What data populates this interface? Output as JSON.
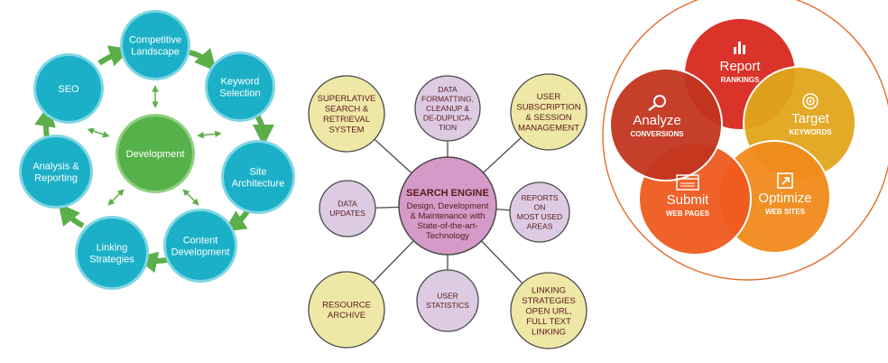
{
  "cycle": {
    "center": "Development",
    "nodes": [
      {
        "id": "competitive",
        "lines": [
          "Competitive",
          "Landscape"
        ]
      },
      {
        "id": "keyword",
        "lines": [
          "Keyword",
          "Selection"
        ]
      },
      {
        "id": "site",
        "lines": [
          "Site",
          "Architecture"
        ]
      },
      {
        "id": "content",
        "lines": [
          "Content",
          "Development"
        ]
      },
      {
        "id": "linking",
        "lines": [
          "Linking",
          "Strategies"
        ]
      },
      {
        "id": "analysis",
        "lines": [
          "Analysis &",
          "Reporting"
        ]
      },
      {
        "id": "seo",
        "lines": [
          "SEO"
        ]
      }
    ],
    "colors": {
      "node": "#1bb0c8",
      "node_ring": "#7fd6e3",
      "center": "#57b14a",
      "arrow": "#5cae48"
    }
  },
  "engine": {
    "center_title": "SEARCH ENGINE",
    "center_lines": [
      "Design, Development",
      "& Maintenance with",
      "State-of-the-art-",
      "Technology"
    ],
    "nodes": [
      {
        "id": "superlative",
        "lines": [
          "SUPERLATIVE",
          "SEARCH &",
          "RETRIEVAL",
          "SYSTEM"
        ]
      },
      {
        "id": "data-formatting",
        "lines": [
          "DATA",
          "FORMATTING,",
          "CLEANUP &",
          "DE-DUPLICA-",
          "TION"
        ]
      },
      {
        "id": "user-subscription",
        "lines": [
          "USER",
          "SUBSCRIPTION",
          "& SESSION",
          "MANAGEMENT"
        ]
      },
      {
        "id": "data-updates",
        "lines": [
          "DATA",
          "UPDATES"
        ]
      },
      {
        "id": "reports",
        "lines": [
          "REPORTS",
          "ON",
          "MOST USED",
          "AREAS"
        ]
      },
      {
        "id": "resource",
        "lines": [
          "RESOURCE",
          "ARCHIVE"
        ]
      },
      {
        "id": "user-statistics",
        "lines": [
          "USER",
          "STATISTICS"
        ]
      },
      {
        "id": "linking-strategies",
        "lines": [
          "LINKING",
          "STRATEGIES",
          "OPEN URL,",
          "FULL TEXT",
          "LINKING"
        ]
      }
    ],
    "colors": {
      "center": "#d59ac8",
      "yellow": "#efe7a6",
      "purple": "#dccbe2",
      "stroke": "#4a4a4a",
      "text": "#5a1a1a"
    }
  },
  "venn": {
    "items": [
      {
        "id": "report",
        "title": "Report",
        "subtitle": "RANKINGS",
        "color": "#d8281f",
        "icon": "bar-chart-icon"
      },
      {
        "id": "target",
        "title": "Target",
        "subtitle": "KEYWORDS",
        "color": "#e0a51a",
        "icon": "target-icon"
      },
      {
        "id": "optimize",
        "title": "Optimize",
        "subtitle": "WEB SITES",
        "color": "#f08a1a",
        "icon": "arrow-box-icon"
      },
      {
        "id": "submit",
        "title": "Submit",
        "subtitle": "WEB PAGES",
        "color": "#ee5a1e",
        "icon": "browser-window-icon"
      },
      {
        "id": "analyze",
        "title": "Analyze",
        "subtitle": "CONVERSIONS",
        "color": "#c2351f",
        "icon": "magnifier-icon"
      }
    ]
  }
}
